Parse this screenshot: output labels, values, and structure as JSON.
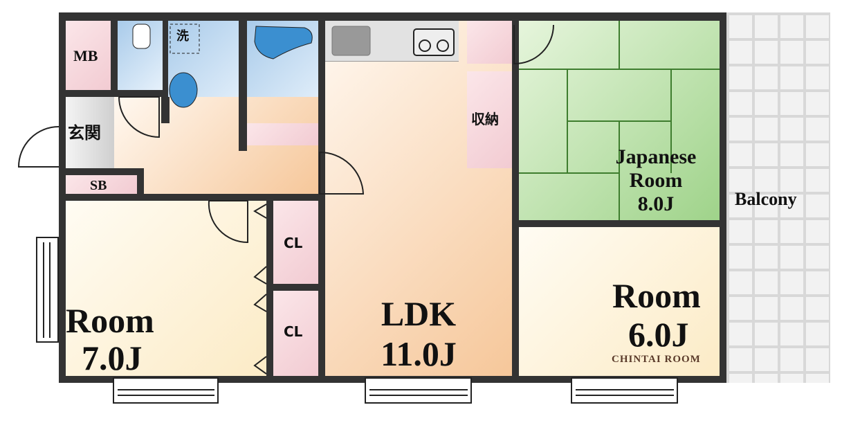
{
  "rooms": {
    "mb": "MB",
    "toilet_label": "洗",
    "entrance": "玄関",
    "sb": "SB",
    "storage": "収納",
    "cl1": "CL",
    "cl2": "CL",
    "japanese": {
      "name1": "Japanese",
      "name2": "Room",
      "size": "8.0J"
    },
    "balcony": "Balcony",
    "room7": {
      "name": "Room",
      "size": "7.0J"
    },
    "ldk": {
      "name": "LDK",
      "size": "11.0J"
    },
    "room6": {
      "name": "Room",
      "size": "6.0J"
    }
  },
  "logo": "CHINTAI ROOM",
  "colors": {
    "wall": "#333333",
    "accent_logo": "#c0622a"
  }
}
